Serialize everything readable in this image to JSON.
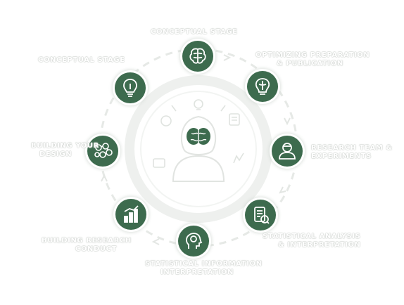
{
  "diagram": {
    "stages": [
      {
        "id": "top",
        "label": [
          "CONCEPTUAL STAGE"
        ],
        "icon": "brain-icon"
      },
      {
        "id": "top-right",
        "label": [
          "OPTIMIZING PREPARATION",
          "& PUBLICATION"
        ],
        "icon": "lightbulb-brain-icon"
      },
      {
        "id": "right",
        "label": [
          "RESEARCH TEAM &",
          "EXPERIMENTS"
        ],
        "icon": "researcher-icon"
      },
      {
        "id": "bottom-right",
        "label": [
          "STATISTICAL ANALYSIS",
          "& INTERPRETATION"
        ],
        "icon": "document-analysis-icon"
      },
      {
        "id": "bottom",
        "label": [
          "STATISTICAL INFORMATION",
          "INTERPRETATION"
        ],
        "icon": "head-brain-icon"
      },
      {
        "id": "bottom-left",
        "label": [
          "BUILDING RESEARCH",
          "CONDUCT"
        ],
        "icon": "bar-chart-icon"
      },
      {
        "id": "left",
        "label": [
          "BUILDING YOUR",
          "DESIGN"
        ],
        "icon": "molecule-icon"
      },
      {
        "id": "top-left",
        "label": [
          "CONCEPTUAL STAGE"
        ],
        "icon": "lightbulb-icon"
      }
    ],
    "center": {
      "icon": "central-head-brain-icon"
    },
    "colors": {
      "node": "#3d6b4e",
      "ring": "#e6e9e6",
      "ring_inner": "#eef0ee",
      "label": "#ffffff",
      "label_outline": "#c9cdc9",
      "center_line": "#dde1dd"
    }
  }
}
